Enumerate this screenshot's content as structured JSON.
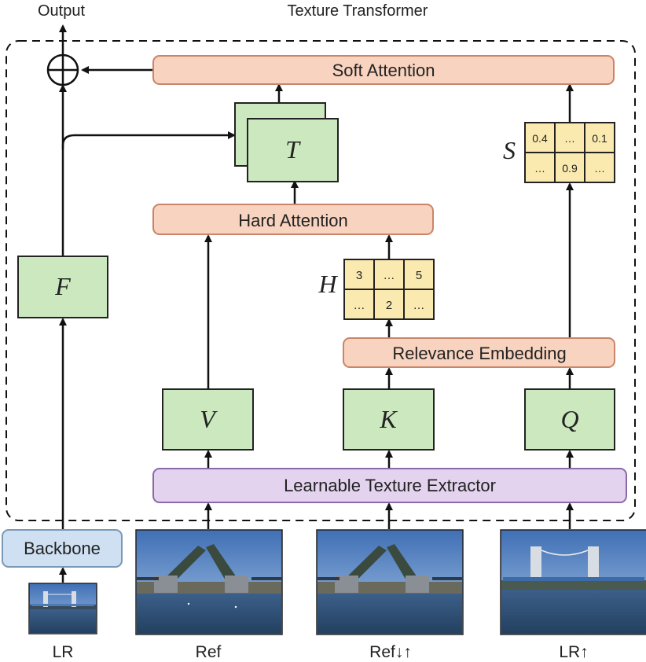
{
  "title": "Texture Transformer",
  "output_label": "Output",
  "blocks": {
    "soft_attention": "Soft Attention",
    "hard_attention": "Hard Attention",
    "relevance_embedding": "Relevance Embedding",
    "texture_extractor": "Learnable Texture Extractor",
    "backbone": "Backbone"
  },
  "variables": {
    "T": "T",
    "F": "F",
    "V": "V",
    "K": "K",
    "Q": "Q",
    "S": "S",
    "H": "H"
  },
  "s_matrix": {
    "r1": [
      "0.4",
      "…",
      "0.1"
    ],
    "r2": [
      "…",
      "0.9",
      "…"
    ]
  },
  "h_matrix": {
    "r1": [
      "3",
      "…",
      "5"
    ],
    "r2": [
      "…",
      "2",
      "…"
    ]
  },
  "inputs": {
    "lr": "LR",
    "ref": "Ref",
    "ref_ud": "Ref↓↑",
    "lr_up": "LR↑"
  },
  "colors": {
    "attention_fill": "#f8d3bf",
    "attention_stroke": "#c9856a",
    "feature_fill": "#cce8bf",
    "feature_stroke": "#222222",
    "extractor_fill": "#e3d3ee",
    "extractor_stroke": "#8a6aa6",
    "backbone_fill": "#cfe0f3",
    "backbone_stroke": "#7a98b8",
    "matrix_fill": "#fbeab0"
  }
}
